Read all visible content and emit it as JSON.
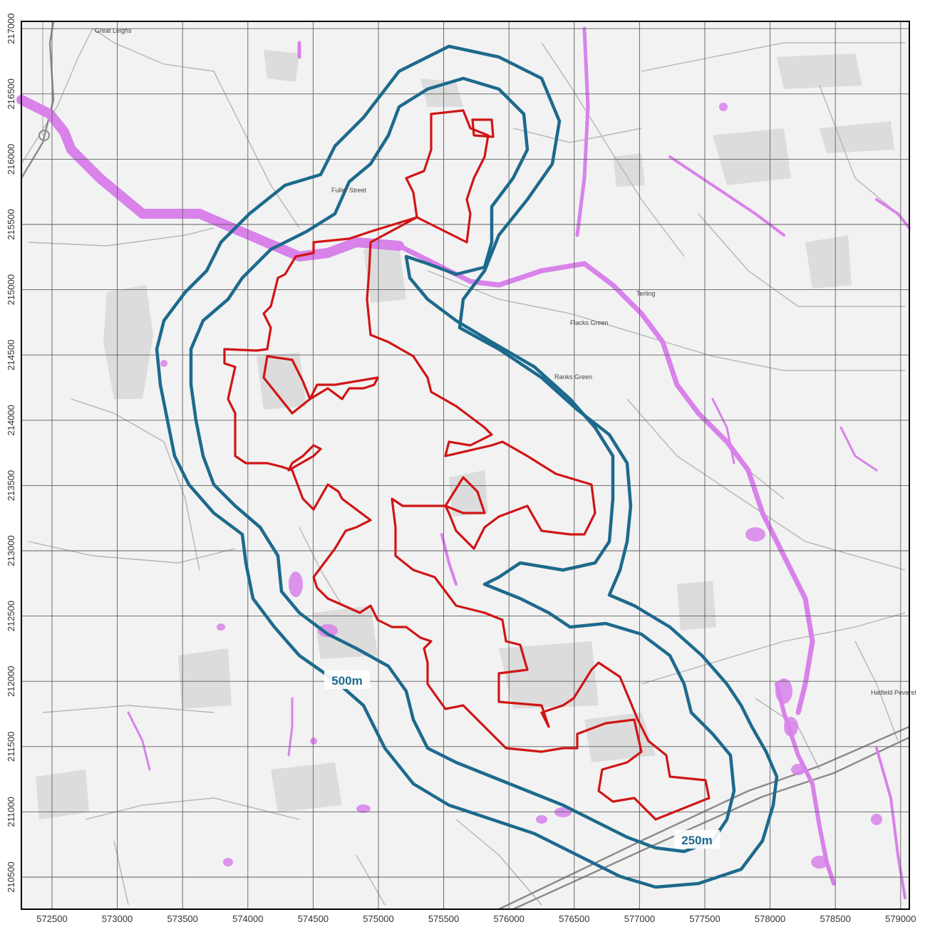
{
  "map": {
    "colors": {
      "background": "#f2f2f2",
      "grid": "#555555",
      "site_boundary": "#d01515",
      "buffer": "#1d6a8c",
      "water": "#d57ee8",
      "woodland": "#d9d9d9",
      "road": "#aaaaaa"
    },
    "x_ticks": [
      "572500",
      "573000",
      "573500",
      "574000",
      "574500",
      "575000",
      "575500",
      "576000",
      "576500",
      "577000",
      "577500",
      "578000",
      "578500",
      "579000"
    ],
    "y_ticks": [
      "210500",
      "211000",
      "211500",
      "212000",
      "212500",
      "213000",
      "213500",
      "214000",
      "214500",
      "215000",
      "215500",
      "216000",
      "216500",
      "217000"
    ],
    "buffer_labels": {
      "outer": "500m",
      "inner": "250m"
    },
    "place_labels": [
      "Great Leighs",
      "Fuller Street",
      "Terling",
      "Ranks Green",
      "Flacks Green",
      "Hatfield Peverel"
    ]
  }
}
